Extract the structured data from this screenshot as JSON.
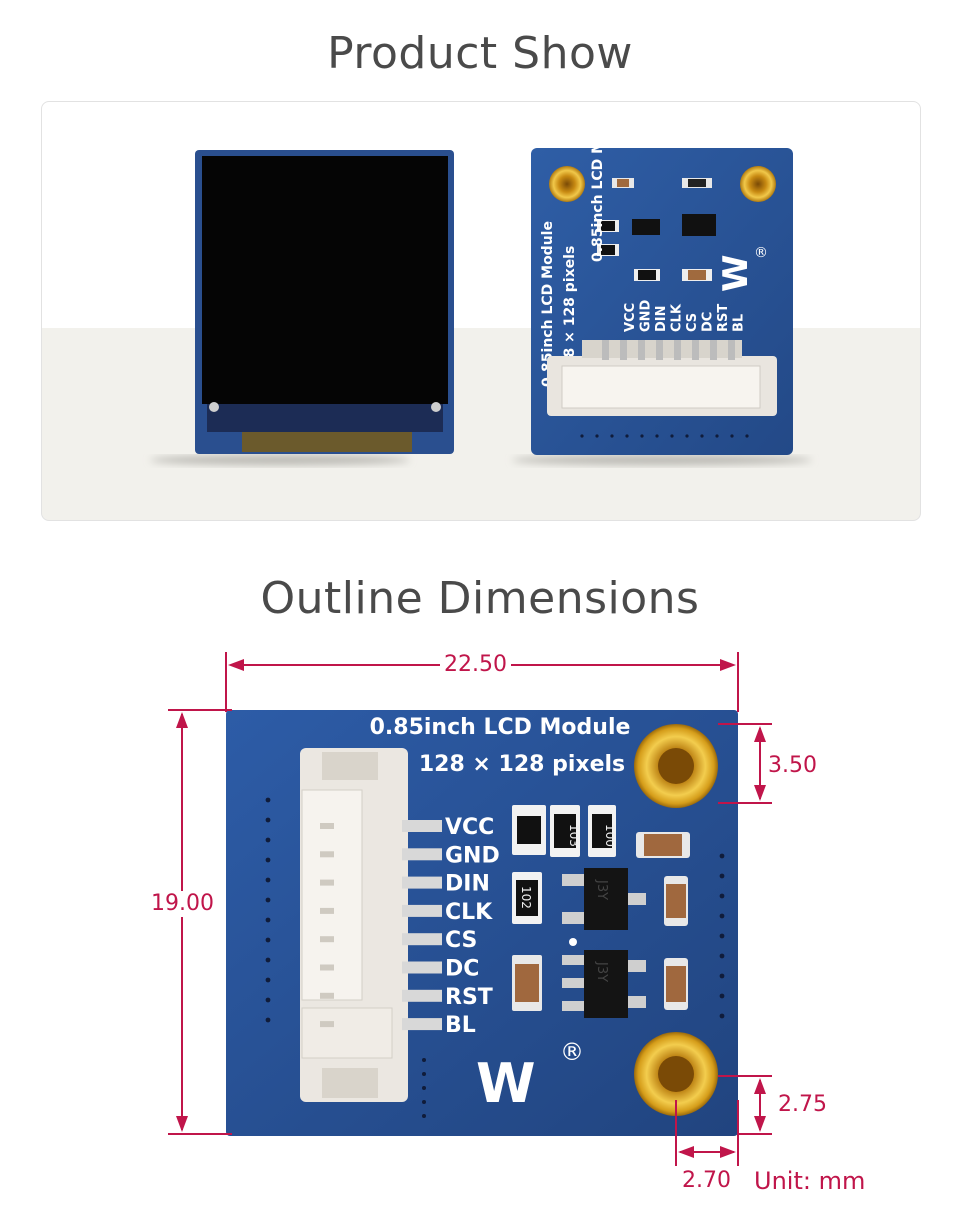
{
  "sections": {
    "product_show_title": "Product Show",
    "outline_title": "Outline Dimensions"
  },
  "board_back": {
    "title": "0.85inch LCD Module",
    "resolution": "128 × 128 pixels",
    "pins": [
      "VCC",
      "GND",
      "DIN",
      "CLK",
      "CS",
      "DC",
      "RST",
      "BL"
    ],
    "component_codes": [
      "103",
      "100",
      "102",
      "J3Y",
      "J3Y"
    ],
    "trademark": "®"
  },
  "dimensions": {
    "width": "22.50",
    "height": "19.00",
    "hole_top_offset": "3.50",
    "hole_bottom_offset": "2.75",
    "hole_side_offset": "2.70",
    "unit_label": "Unit: mm"
  },
  "colors": {
    "pcb_blue": "#2a4f8f",
    "dimension_red": "#c0154a",
    "gold": "#d4a020"
  }
}
